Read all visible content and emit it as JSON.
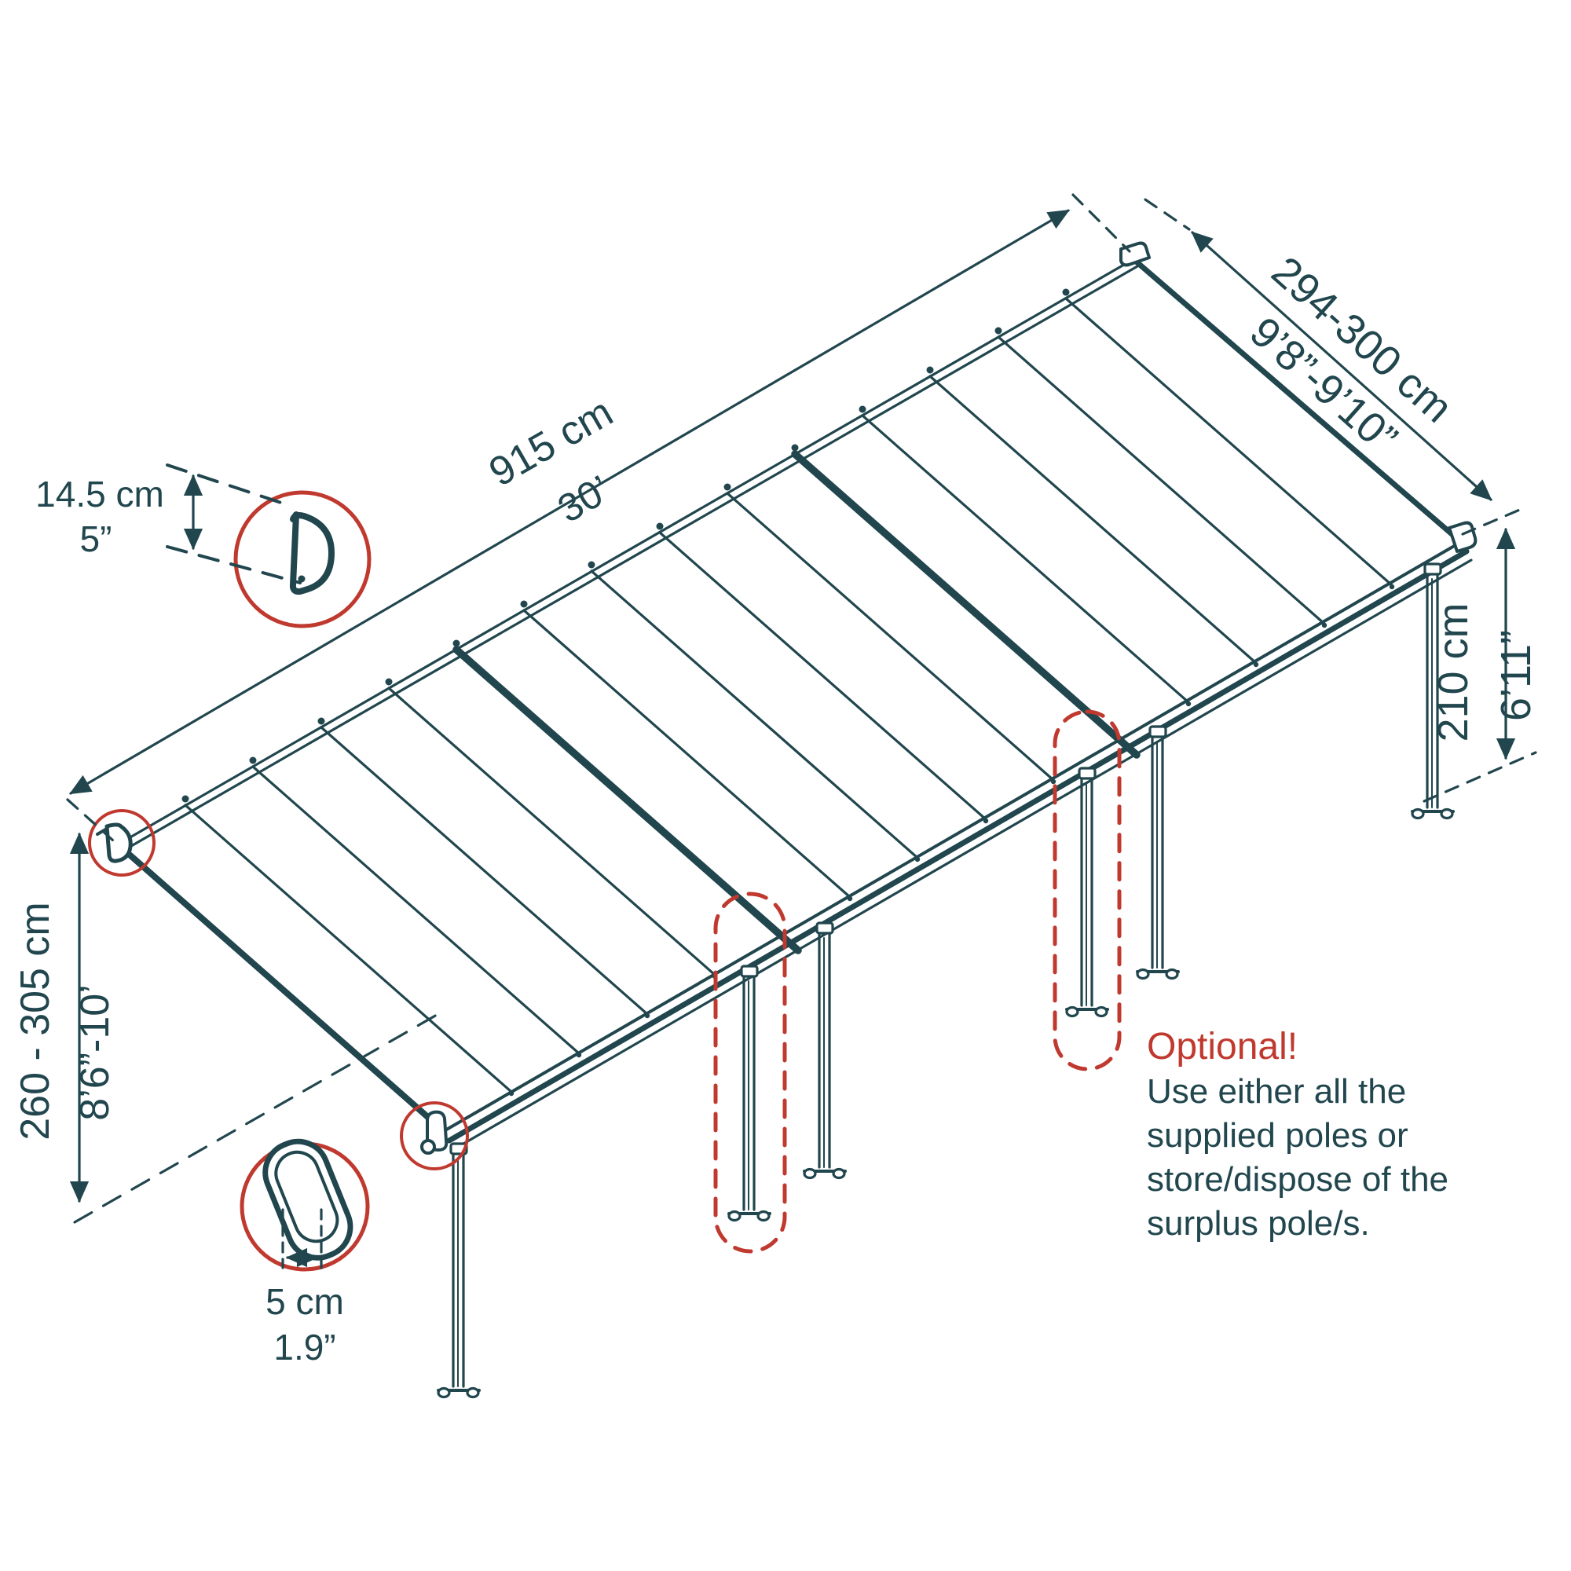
{
  "title": "Patio cover dimensions diagram",
  "colors": {
    "line": "#21464e",
    "accent_red": "#c0392f",
    "background": "#ffffff"
  },
  "dimensions": {
    "length": {
      "metric": "915 cm",
      "imperial": "30’"
    },
    "depth": {
      "metric": "294-300 cm",
      "imperial": "9’8”-9’10”"
    },
    "front_height": {
      "metric": "210 cm",
      "imperial": "6’11”"
    },
    "wall_height": {
      "metric": "260 - 305 cm",
      "imperial": "8’6”-10’"
    },
    "gutter_profile": {
      "metric": "14.5 cm",
      "imperial": "5”"
    },
    "pole_width": {
      "metric": "5 cm",
      "imperial": "1.9”"
    }
  },
  "note": {
    "title": "Optional!",
    "lines": [
      "Use either all the",
      "supplied poles or",
      "store/dispose of the",
      "surplus pole/s."
    ]
  }
}
